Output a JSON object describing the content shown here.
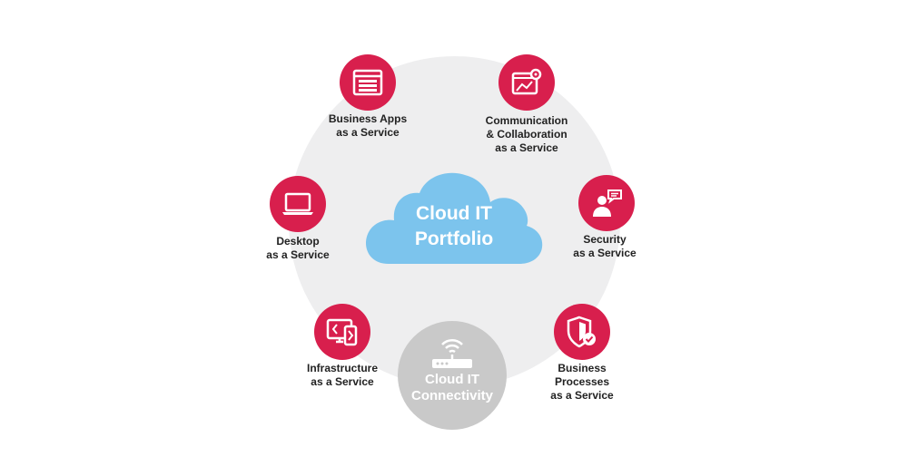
{
  "center": {
    "line1": "Cloud IT",
    "line2": "Portfolio"
  },
  "connectivity": {
    "line1": "Cloud IT",
    "line2": "Connectivity"
  },
  "colors": {
    "accent": "#d81f4d",
    "cloud": "#7cc4ed",
    "ring": "#eeeeef",
    "connectivity": "#c9c9c9"
  },
  "nodes": [
    {
      "icon": "browser-window-icon",
      "line1": "Business Apps",
      "line2": "as a Service",
      "line3": ""
    },
    {
      "icon": "monitor-gear-icon",
      "line1": "Communication",
      "line2": "& Collaboration",
      "line3": "as a Service"
    },
    {
      "icon": "laptop-icon",
      "line1": "Desktop",
      "line2": "as a Service",
      "line3": ""
    },
    {
      "icon": "person-speech-icon",
      "line1": "Security",
      "line2": "as a Service",
      "line3": ""
    },
    {
      "icon": "monitor-phone-icon",
      "line1": "Infrastructure",
      "line2": "as a Service",
      "line3": ""
    },
    {
      "icon": "shield-check-icon",
      "line1": "Business",
      "line2": "Processes",
      "line3": "as a Service"
    }
  ]
}
